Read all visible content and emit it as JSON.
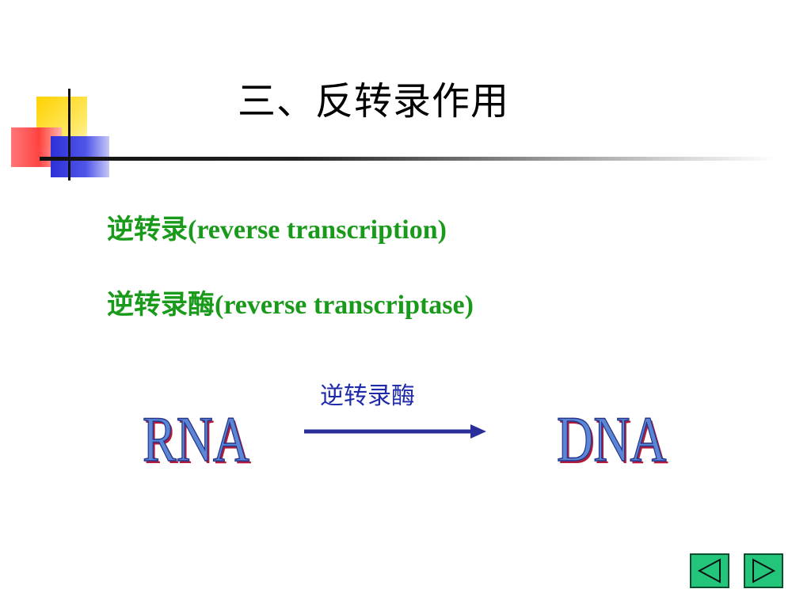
{
  "slide": {
    "title": "三、反转录作用",
    "line1": "逆转录(reverse  transcription)",
    "line2": "逆转录酶(reverse transcriptase)",
    "arrow_label": "逆转录酶",
    "left_term": "RNA",
    "right_term": "DNA"
  },
  "nav": {
    "prev_icon": "triangle-left-icon",
    "next_icon": "triangle-right-icon"
  },
  "colors": {
    "green_text": "#1a9a1a",
    "arrow_blue": "#1f2aa8",
    "nav_green": "#22c57a"
  }
}
